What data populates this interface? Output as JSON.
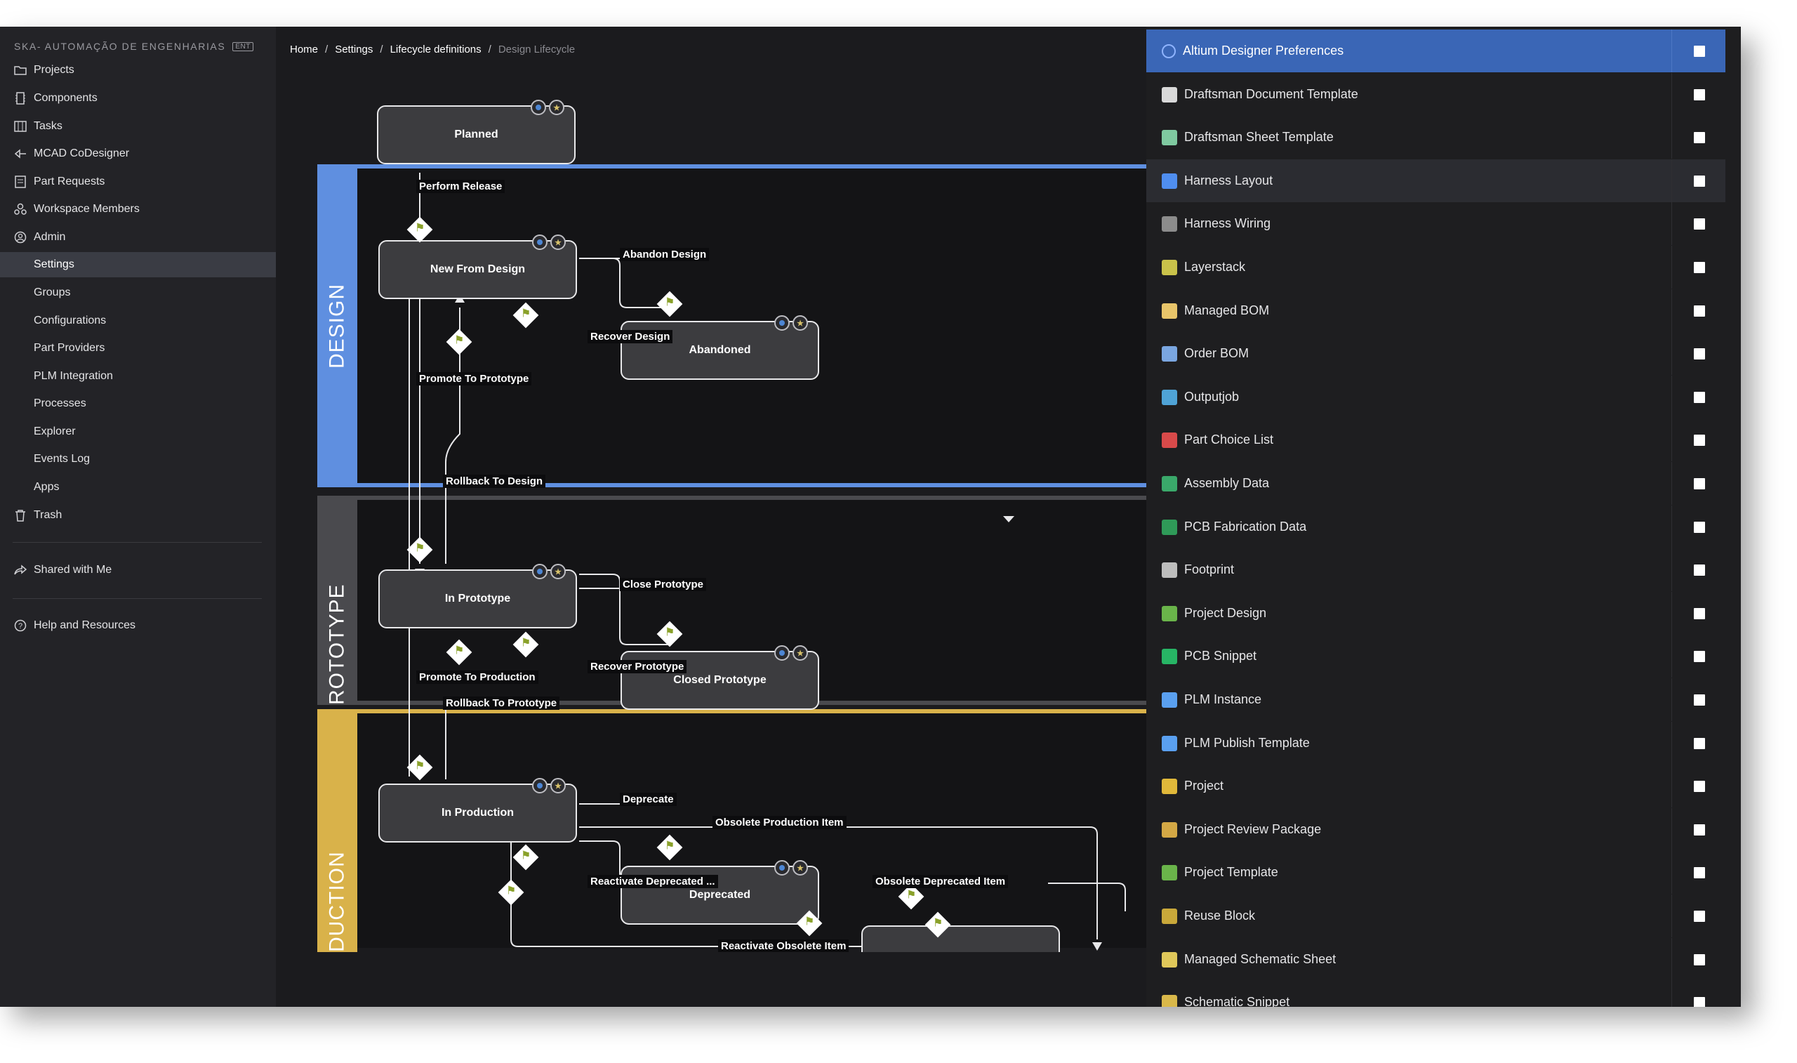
{
  "sidebar": {
    "org": "SKA- AUTOMAÇÃO DE ENGENHARIAS",
    "org_badge": "ENT",
    "items": [
      {
        "label": "Projects",
        "icon": "folder-icon"
      },
      {
        "label": "Components",
        "icon": "component-icon"
      },
      {
        "label": "Tasks",
        "icon": "tasks-icon"
      },
      {
        "label": "MCAD CoDesigner",
        "icon": "mcad-icon"
      },
      {
        "label": "Part Requests",
        "icon": "part-requests-icon"
      },
      {
        "label": "Workspace Members",
        "icon": "members-icon"
      },
      {
        "label": "Admin",
        "icon": "admin-icon"
      }
    ],
    "admin_items": [
      "Settings",
      "Groups",
      "Configurations",
      "Part Providers",
      "PLM Integration",
      "Processes",
      "Explorer",
      "Events Log",
      "Apps"
    ],
    "trash": "Trash",
    "shared": "Shared with Me",
    "help": "Help and Resources",
    "active": "Settings"
  },
  "breadcrumb": {
    "home": "Home",
    "settings": "Settings",
    "lifecycle": "Lifecycle definitions",
    "current": "Design Lifecycle",
    "sep": "/"
  },
  "diagram": {
    "lanes": [
      {
        "title": "DESIGN",
        "color": "#5f8fe0"
      },
      {
        "title": "ROTOTYPE",
        "color": "#4a4a4e"
      },
      {
        "title": "DUCTION",
        "color": "#d9b24a"
      }
    ],
    "states": {
      "planned": "Planned",
      "new_from_design": "New From Design",
      "abandoned": "Abandoned",
      "in_prototype": "In Prototype",
      "closed_prototype": "Closed Prototype",
      "in_production": "In Production",
      "deprecated": "Deprecated"
    },
    "transitions": {
      "perform_release": "Perform Release",
      "abandon_design": "Abandon Design",
      "recover_design": "Recover Design",
      "promote_to_prototype": "Promote To Prototype",
      "rollback_to_design": "Rollback To Design",
      "close_prototype": "Close Prototype",
      "recover_prototype": "Recover Prototype",
      "promote_to_production": "Promote To Production",
      "rollback_to_prototype": "Rollback To Prototype",
      "deprecate": "Deprecate",
      "obsolete_production_item": "Obsolete Production Item",
      "reactivate_deprecated": "Reactivate Deprecated ...",
      "obsolete_deprecated_item": "Obsolete Deprecated Item",
      "reactivate_obsolete_item": "Reactivate Obsolete Item"
    }
  },
  "panel": {
    "items": [
      {
        "label": "Altium Designer Preferences",
        "icon": "gear-icon",
        "color": "#8fb4ff"
      },
      {
        "label": "Draftsman Document Template",
        "icon": "draftsman-doc-icon",
        "color": "#d9d9d9"
      },
      {
        "label": "Draftsman Sheet Template",
        "icon": "draftsman-sheet-icon",
        "color": "#7fc9a0"
      },
      {
        "label": "Harness Layout",
        "icon": "harness-layout-icon",
        "color": "#4f8ef0"
      },
      {
        "label": "Harness Wiring",
        "icon": "harness-wiring-icon",
        "color": "#8c8c8c"
      },
      {
        "label": "Layerstack",
        "icon": "layerstack-icon",
        "color": "#c9c24a"
      },
      {
        "label": "Managed BOM",
        "icon": "bom-icon",
        "color": "#e8c56a"
      },
      {
        "label": "Order BOM",
        "icon": "order-bom-icon",
        "color": "#7aa6e0"
      },
      {
        "label": "Outputjob",
        "icon": "outputjob-icon",
        "color": "#4fa3d6"
      },
      {
        "label": "Part Choice List",
        "icon": "part-choice-icon",
        "color": "#d94a4a"
      },
      {
        "label": "Assembly Data",
        "icon": "assembly-icon",
        "color": "#3aa86a"
      },
      {
        "label": "PCB Fabrication Data",
        "icon": "pcb-fab-icon",
        "color": "#2f9a58"
      },
      {
        "label": "Footprint",
        "icon": "footprint-icon",
        "color": "#bdbdbd"
      },
      {
        "label": "Project Design",
        "icon": "project-design-icon",
        "color": "#6ab44a"
      },
      {
        "label": "PCB Snippet",
        "icon": "pcb-snippet-icon",
        "color": "#27b565"
      },
      {
        "label": "PLM Instance",
        "icon": "plm-instance-icon",
        "color": "#5aa0f0"
      },
      {
        "label": "PLM Publish Template",
        "icon": "plm-publish-icon",
        "color": "#5aa0f0"
      },
      {
        "label": "Project",
        "icon": "project-icon",
        "color": "#e0b83a"
      },
      {
        "label": "Project Review Package",
        "icon": "review-package-icon",
        "color": "#d4a845"
      },
      {
        "label": "Project Template",
        "icon": "project-template-icon",
        "color": "#6ab44a"
      },
      {
        "label": "Reuse Block",
        "icon": "reuse-block-icon",
        "color": "#c9a83a"
      },
      {
        "label": "Managed Schematic Sheet",
        "icon": "schematic-sheet-icon",
        "color": "#e0c85a"
      },
      {
        "label": "Schematic Snippet",
        "icon": "schematic-snippet-icon",
        "color": "#d9b84a"
      }
    ],
    "selected": "Altium Designer Preferences",
    "hovered": "Harness Layout"
  }
}
